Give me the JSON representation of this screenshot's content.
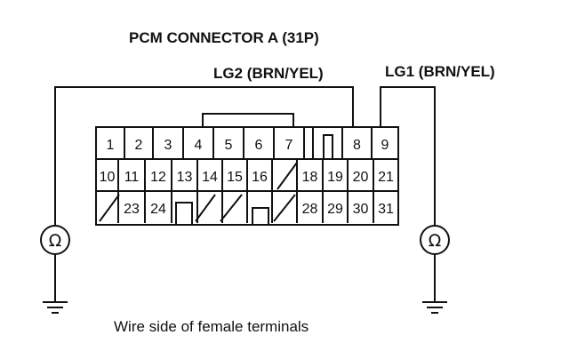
{
  "title": "PCM CONNECTOR A (31P)",
  "lg2_label": "LG2 (BRN/YEL)",
  "lg1_label": "LG1 (BRN/YEL)",
  "caption": "Wire side of female terminals",
  "meter_symbol": "Ω",
  "connector": {
    "rows": [
      [
        "1",
        "2",
        "3",
        "4",
        "5",
        "6",
        "7",
        "",
        "8",
        "9"
      ],
      [
        "10",
        "11",
        "12",
        "13",
        "14",
        "15",
        "16",
        "",
        "18",
        "19",
        "20",
        "21"
      ],
      [
        "",
        "23",
        "24",
        "",
        "",
        "",
        "",
        "",
        "28",
        "29",
        "30",
        "31"
      ]
    ]
  }
}
